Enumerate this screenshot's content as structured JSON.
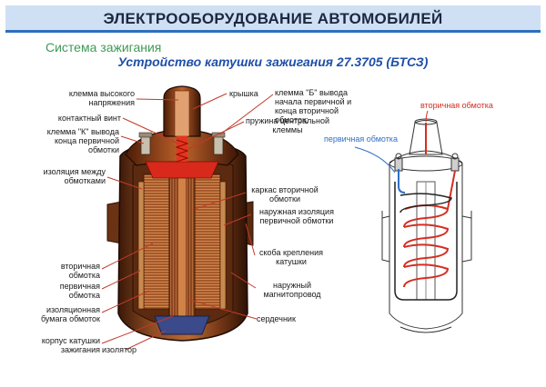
{
  "poster": {
    "title": "ЭЛЕКТРООБОРУДОВАНИЕ АВТОМОБИЛЕЙ",
    "subtitle": "Система зажигания",
    "heading": "Устройство катушки зажигания 27.3705 (БТСЗ)"
  },
  "labels_left": {
    "hv_terminal": "клемма высокого напряжения",
    "contact_screw": "контактный винт",
    "k_terminal": "клемма \"К\" вывода конца первичной обмотки",
    "winding_insulation": "изоляция между обмотками",
    "secondary": "вторичная обмотка",
    "primary": "первичная обмотка",
    "paper": "изоляционная бумага обмоток",
    "housing": "корпус катушки зажигания",
    "insulator": "изолятор"
  },
  "labels_right": {
    "cover": "крышка",
    "b_terminal": "клемма \"Б\" вывода начала первичной и конца вторичной обмоток;",
    "spring": "пружина центральной клеммы",
    "frame": "каркас вторичной обмотки",
    "outer_insulation": "наружная изоляция первичной обмотки",
    "bracket": "скоба крепления катушки",
    "magnetic_core": "наружный магнитопровод",
    "core": "сердечник"
  },
  "schematic": {
    "secondary_label": "вторичная обмотка",
    "primary_label": "первичная обмотка",
    "secondary_color": "#d62c1f",
    "primary_color": "#2d6fc7"
  },
  "colors": {
    "title_bg": "#cfe0f4",
    "title_border": "#2c6fbe",
    "subtitle": "#3f9a55",
    "heading": "#1e4fa8",
    "coil_body": "#7a3d1c",
    "leader": "#c23a2a"
  }
}
